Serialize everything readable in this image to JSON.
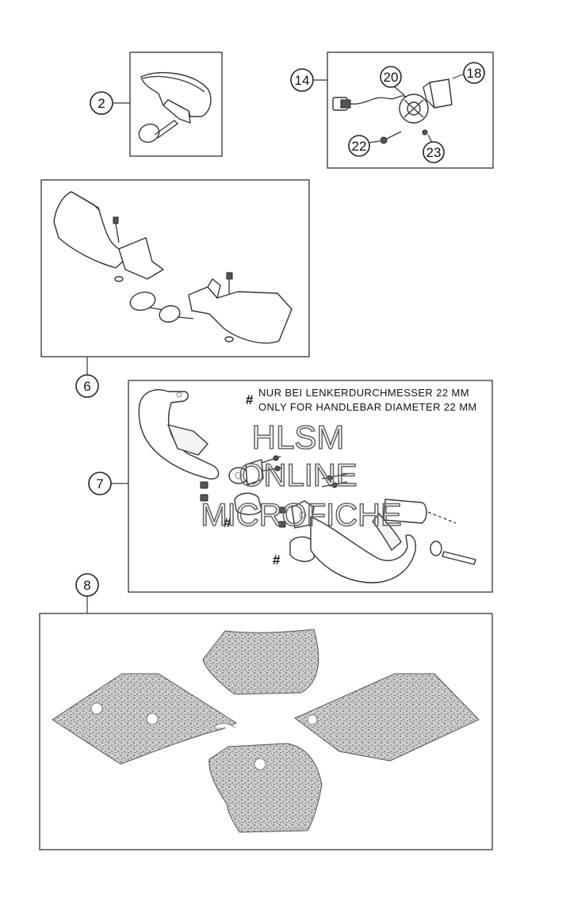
{
  "callouts": {
    "c2": "2",
    "c14": "14",
    "c18": "18",
    "c20": "20",
    "c22": "22",
    "c23": "23",
    "c6": "6",
    "c7": "7",
    "c8": "8"
  },
  "note": {
    "hash": "#",
    "line1": "NUR BEI LENKERDURCHMESSER 22 MM",
    "line2": "ONLY FOR HANDLEBAR DIAMETER 22 MM"
  },
  "hash_marks": {
    "a": "#",
    "b": "#"
  },
  "watermark": {
    "line1": "HLSM",
    "line2": "ONLINE",
    "line3": "MICROFICHE"
  },
  "colors": {
    "line": "#333333",
    "decal_pattern": "#8a8a8a",
    "watermark": "#666666"
  }
}
